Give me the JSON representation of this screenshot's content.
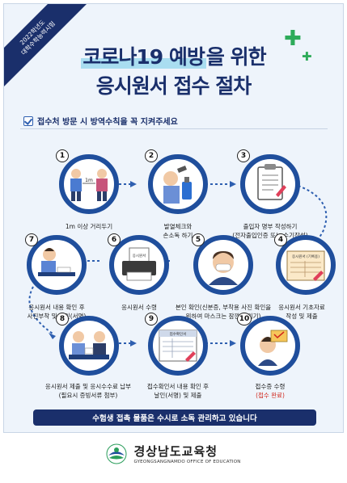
{
  "corner_badge": {
    "line1": "2022학년도",
    "line2": "대학수학능력시험"
  },
  "title": {
    "line1_highlight": "코로나19 예방",
    "line1_rest": "을 위한",
    "line2": "응시원서 접수 절차"
  },
  "notice": "접수처 방문 시 방역수칙을 꼭 지켜주세요",
  "steps": [
    {
      "num": "1",
      "label": "1m 이상 거리두기",
      "icon_text": "1m"
    },
    {
      "num": "2",
      "label": "발열체크와",
      "label2": "손소독 하기"
    },
    {
      "num": "3",
      "label": "출입자 명부 작성하기",
      "label2": "(전자출입인증 또는 수기작성)"
    },
    {
      "num": "4",
      "label": "응시원서 기초자료",
      "label2": "작성 및 제출",
      "icon_text": "응시원서 (기록용)"
    },
    {
      "num": "5",
      "label": "본인 확인(신분증, 부착용 사진 확인을",
      "label2": "위하여 마스크는 잠깐 내리기)"
    },
    {
      "num": "6",
      "label": "응시원서 수령",
      "icon_text": "응시원서"
    },
    {
      "num": "7",
      "label": "응시원서 내용 확인 후",
      "label2": "사진부착 및 날인(서명)"
    },
    {
      "num": "8",
      "label": "응시원서 제출 및 응시수수료 납부",
      "label2": "(필요시 증빙서류 첨부)"
    },
    {
      "num": "9",
      "label": "접수확인서 내용 확인 후",
      "label2": "날인(서명) 및 제출",
      "icon_text": "접수확인서"
    },
    {
      "num": "10",
      "label": "접수증 수령",
      "label2": "(접수 완료)"
    }
  ],
  "bottom_bar": "수험생 접촉 물품은 수시로 소독 관리하고 있습니다",
  "footer": {
    "org_ko": "경상남도교육청",
    "org_en": "GYEONGSANGNAMDO OFFICE OF EDUCATION"
  },
  "colors": {
    "navy": "#1a2f6b",
    "ring": "#1f4e9c",
    "path": "#2e5fb0",
    "plus": "#2eab5a",
    "highlight": "#a9ddf0",
    "accent_red": "#d0271d"
  }
}
